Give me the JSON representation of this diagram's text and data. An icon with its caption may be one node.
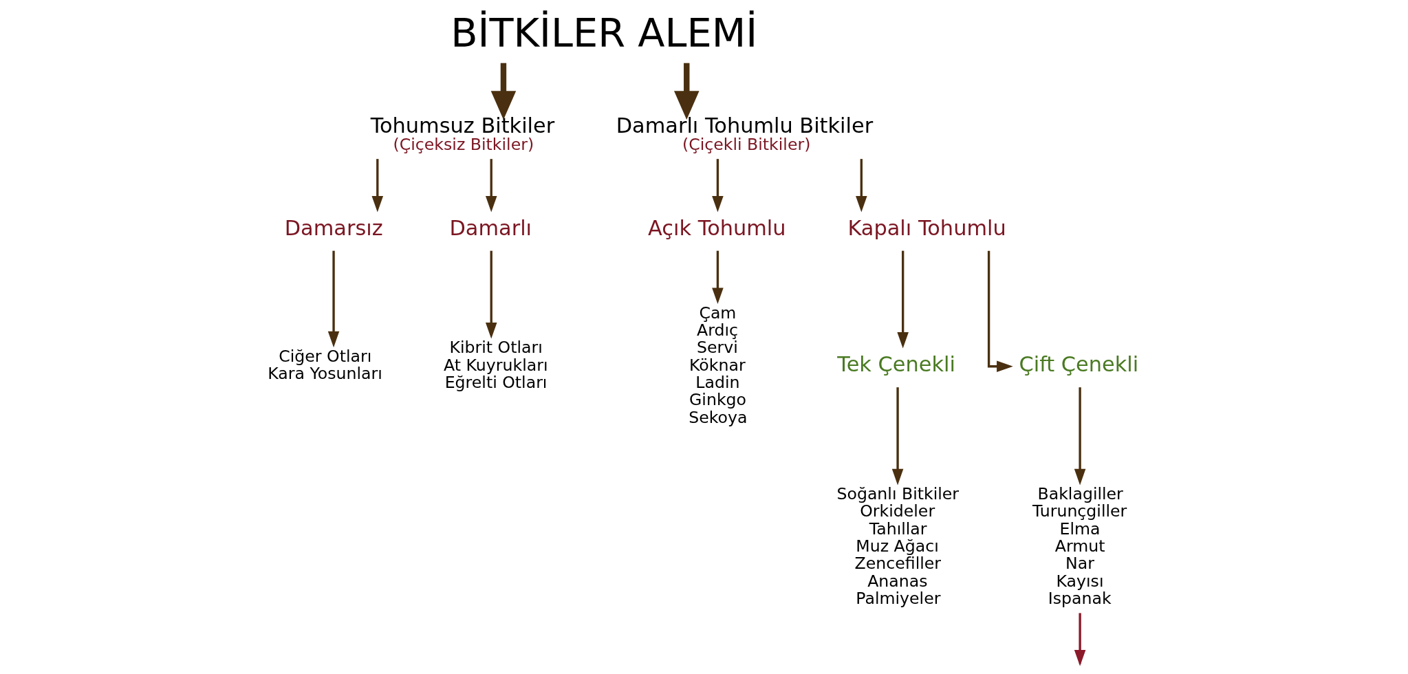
{
  "diagram": {
    "nodes": [
      {
        "text": [
          "BİTKİLER ALEMİ"
        ]
      },
      {
        "text": [
          "Tohumsuz Bitkiler",
          "(Çiçeksiz Bitkiler)"
        ]
      },
      {
        "text": [
          "Damarlı Tohumlu Bitkiler",
          "(Çiçekli Bitkiler)"
        ]
      },
      {
        "text": [
          "Damarsız"
        ]
      },
      {
        "text": [
          "Damarlı"
        ]
      },
      {
        "text": [
          "Ciğer Otları",
          "Kara Yosunları"
        ]
      },
      {
        "text": [
          "Kibrit Otları",
          "At Kuyrukları",
          "Eğrelti Otları"
        ]
      },
      {
        "text": [
          "Açık Tohumlu"
        ]
      },
      {
        "text": [
          "Kapalı Tohumlu"
        ]
      },
      {
        "text": [
          "Çam",
          "Ardıç",
          "Servi",
          "Köknar",
          "Ladin",
          "Ginkgo",
          "Sekoya"
        ]
      },
      {
        "text": [
          "Tek Çenekli"
        ]
      },
      {
        "text": [
          "Çift Çenekli"
        ]
      },
      {
        "text": [
          "Soğanlı Bitkiler",
          "Orkideler",
          "Tahıllar",
          "Muz Ağacı",
          "Zencefiller",
          "Ananas",
          "Palmiyeler"
        ]
      },
      {
        "text": [
          "Baklagiller",
          "Turunçgiller",
          "Elma",
          "Armut",
          "Nar",
          "Kayısı",
          "Ispanak"
        ]
      }
    ],
    "edges": [
      {
        "from": 0,
        "to": 1,
        "arrow": "to",
        "style": "thick"
      },
      {
        "from": 0,
        "to": 2,
        "arrow": "to",
        "style": "thick"
      },
      {
        "from": 1,
        "to": 3,
        "arrow": "to"
      },
      {
        "from": 1,
        "to": 4,
        "arrow": "to"
      },
      {
        "from": 3,
        "to": 5,
        "arrow": "to"
      },
      {
        "from": 4,
        "to": 6,
        "arrow": "to"
      },
      {
        "from": 2,
        "to": 7,
        "arrow": "to"
      },
      {
        "from": 2,
        "to": 8,
        "arrow": "to"
      },
      {
        "from": 7,
        "to": 9,
        "arrow": "to"
      },
      {
        "from": 8,
        "to": 10,
        "arrow": "to"
      },
      {
        "from": 8,
        "to": 11,
        "arrow": "to"
      },
      {
        "from": 10,
        "to": 12,
        "arrow": "to"
      },
      {
        "from": 11,
        "to": 13,
        "arrow": "to"
      },
      {
        "from": 13,
        "to": null,
        "arrow": "to",
        "color": "#8b1a2a"
      }
    ]
  }
}
